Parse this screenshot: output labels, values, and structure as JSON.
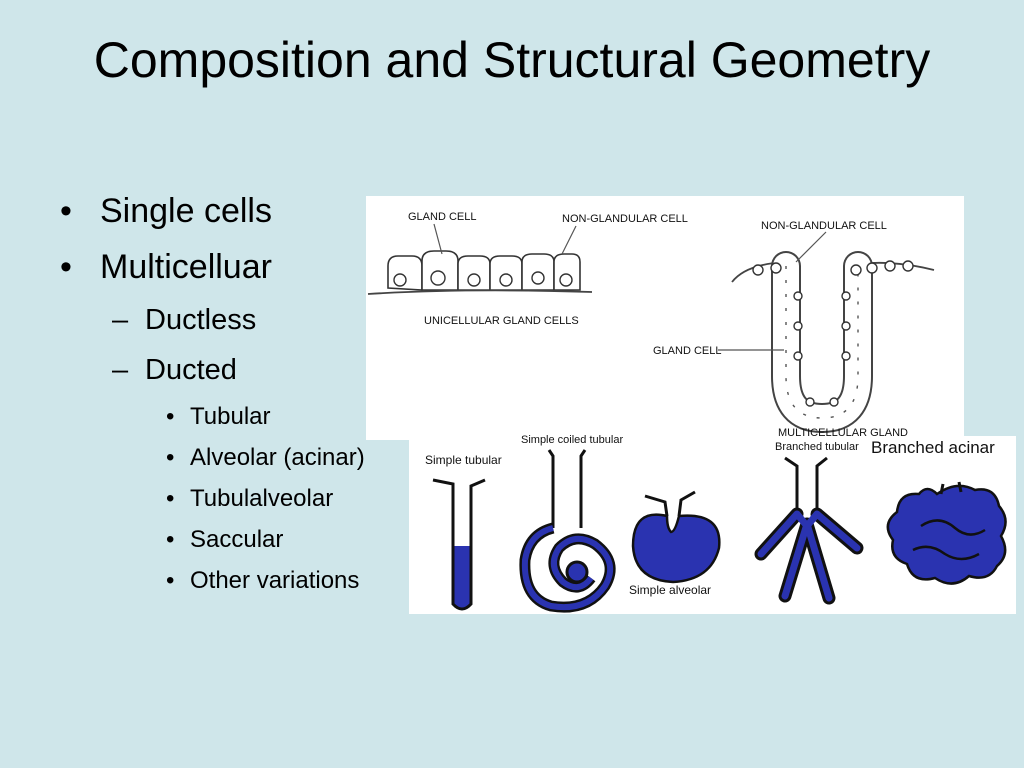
{
  "slide": {
    "title": "Composition and Structural Geometry",
    "bullets": {
      "single": "Single cells",
      "multi": "Multicelluar",
      "ductless": "Ductless",
      "ducted": "Ducted",
      "tubular": "Tubular",
      "alveolar": "Alveolar (acinar)",
      "tubulalveolar": "Tubulalveolar",
      "saccular": "Saccular",
      "other": "Other variations"
    }
  },
  "figure_top": {
    "gland_cell": "GLAND CELL",
    "non_glandular_left": "NON-GLANDULAR CELL",
    "unicellular": "UNICELLULAR GLAND CELLS",
    "non_glandular_right": "NON-GLANDULAR CELL",
    "gland_cell_right": "GLAND CELL",
    "multicellular": "MULTICELLULAR GLAND"
  },
  "figure_bottom": {
    "simple_tubular": "Simple tubular",
    "simple_coiled": "Simple coiled tubular",
    "simple_alveolar": "Simple alveolar",
    "branched_tubular": "Branched tubular",
    "branched_acinar": "Branched acinar"
  },
  "colors": {
    "background": "#cfe6ea",
    "gland_blue": "#2a33b0"
  }
}
